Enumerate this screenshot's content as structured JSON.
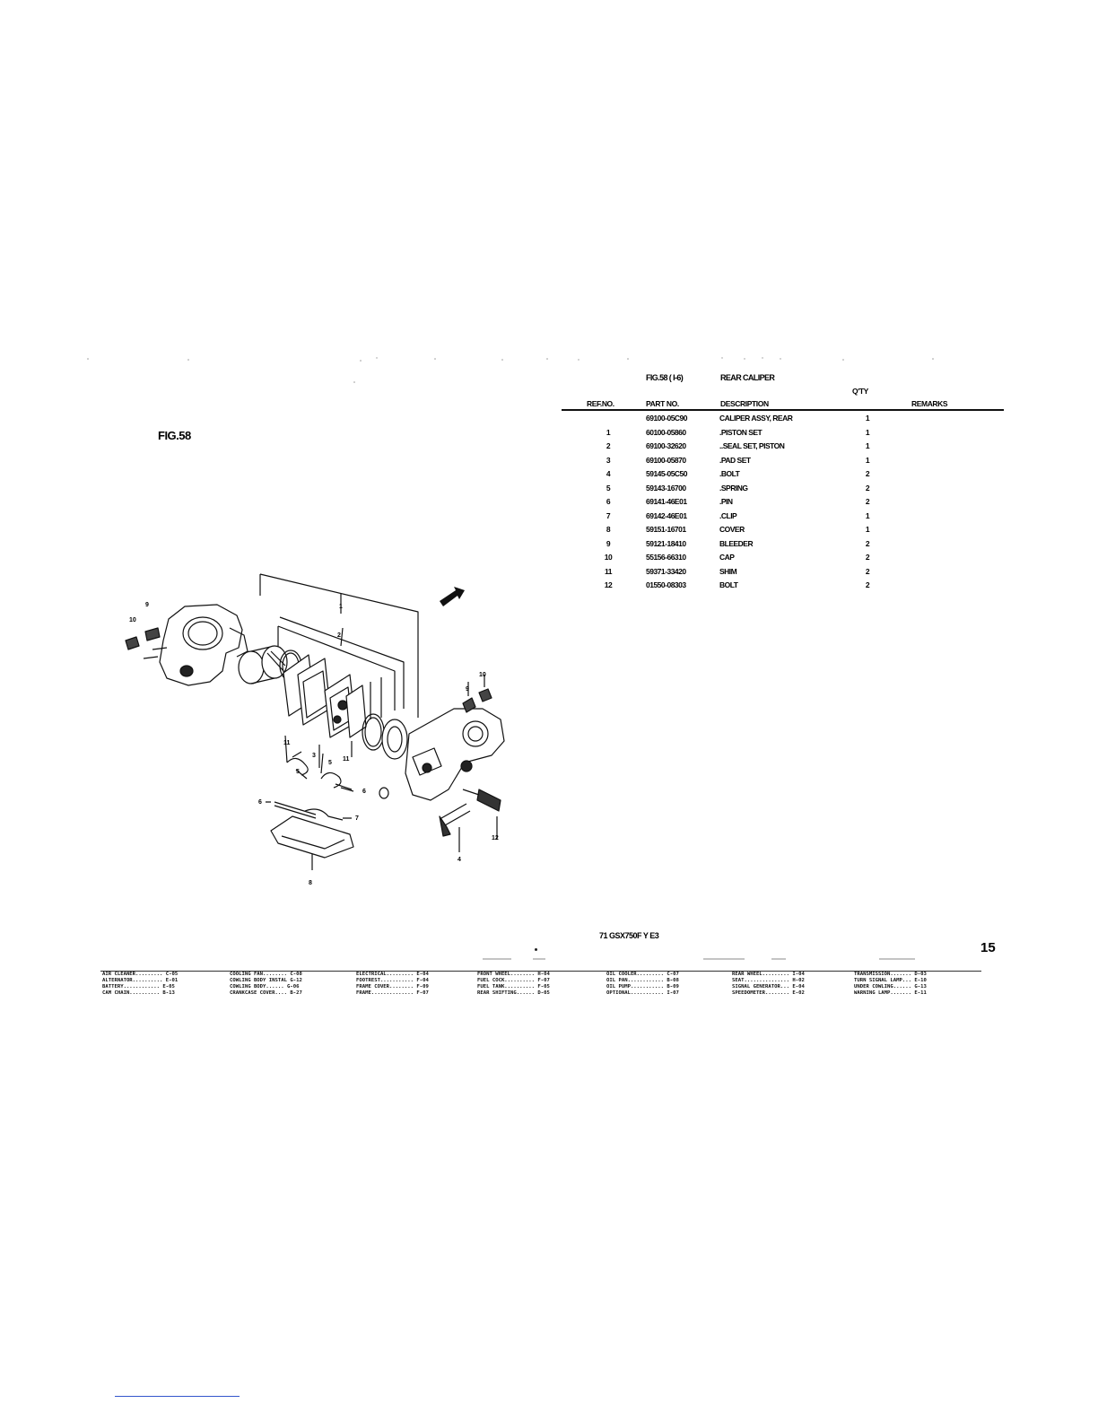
{
  "figure_label": "FIG.58",
  "table": {
    "title_fig": "FIG.58 ( I-6)",
    "title_name": "REAR CALIPER",
    "headers": {
      "ref": "REF.NO.",
      "part": "PART NO.",
      "desc": "DESCRIPTION",
      "qty": "Q'TY",
      "remarks": "REMARKS"
    },
    "rows": [
      {
        "ref": "",
        "part": "69100-05C90",
        "desc": "CALIPER ASSY, REAR",
        "qty": "1"
      },
      {
        "ref": "1",
        "part": "60100-05860",
        "desc": ".PISTON SET",
        "qty": "1"
      },
      {
        "ref": "2",
        "part": "69100-32620",
        "desc": "..SEAL SET, PISTON",
        "qty": "1"
      },
      {
        "ref": "3",
        "part": "69100-05870",
        "desc": ".PAD SET",
        "qty": "1"
      },
      {
        "ref": "4",
        "part": "59145-05C50",
        "desc": ".BOLT",
        "qty": "2"
      },
      {
        "ref": "5",
        "part": "59143-16700",
        "desc": ".SPRING",
        "qty": "2"
      },
      {
        "ref": "6",
        "part": "69141-46E01",
        "desc": ".PIN",
        "qty": "2"
      },
      {
        "ref": "7",
        "part": "69142-46E01",
        "desc": ".CLIP",
        "qty": "1"
      },
      {
        "ref": "8",
        "part": "59151-16701",
        "desc": "COVER",
        "qty": "1"
      },
      {
        "ref": "9",
        "part": "59121-18410",
        "desc": "BLEEDER",
        "qty": "2"
      },
      {
        "ref": "10",
        "part": "55156-66310",
        "desc": "CAP",
        "qty": "2"
      },
      {
        "ref": "11",
        "part": "59371-33420",
        "desc": "SHIM",
        "qty": "2"
      },
      {
        "ref": "12",
        "part": "01550-08303",
        "desc": "BOLT",
        "qty": "2"
      }
    ]
  },
  "diagram_callouts": {
    "c1": "1",
    "c2": "2",
    "c3": "3",
    "c4": "4",
    "c5a": "5",
    "c5b": "5",
    "c6a": "6",
    "c6b": "6",
    "c7": "7",
    "c8": "8",
    "c9a": "9",
    "c9b": "9",
    "c10a": "10",
    "c10b": "10",
    "c11a": "11",
    "c11b": "11",
    "c12": "12"
  },
  "footer_code": "71 GSX750F Y E3",
  "page_number": "15",
  "index": [
    "AIR CLEANER......... C-05\nALTERNATOR.......... E-01\nBATTERY............ E-05\nCAM CHAIN.......... B-13",
    "COOLING FAN........ C-08\nCOWLING BODY INSTAL G-12\nCOWLING BODY...... G-06\nCRANKCASE COVER.... B-27",
    "ELECTRICAL......... E-04\nFOOTREST........... F-04\nFRAME COVER........ F-09\nFRAME.............. F-07",
    "FRONT WHEEL........ H-04\nFUEL COCK.......... F-07\nFUEL TANK.......... F-05\nREAR SHIFTING...... D-05",
    "OIL COOLER......... C-07\nOIL PAN............ B-08\nOIL PUMP........... B-09\nOPTIONAL........... I-07",
    "REAR WHEEL......... I-04\nSEAT............... H-02\nSIGNAL GENERATOR... E-04\nSPEEDOMETER........ E-02",
    "TRANSMISSION....... D-03\nTURN SIGNAL LAMP... E-10\nUNDER COWLING...... G-13\nWARNING LAMP....... E-11"
  ]
}
